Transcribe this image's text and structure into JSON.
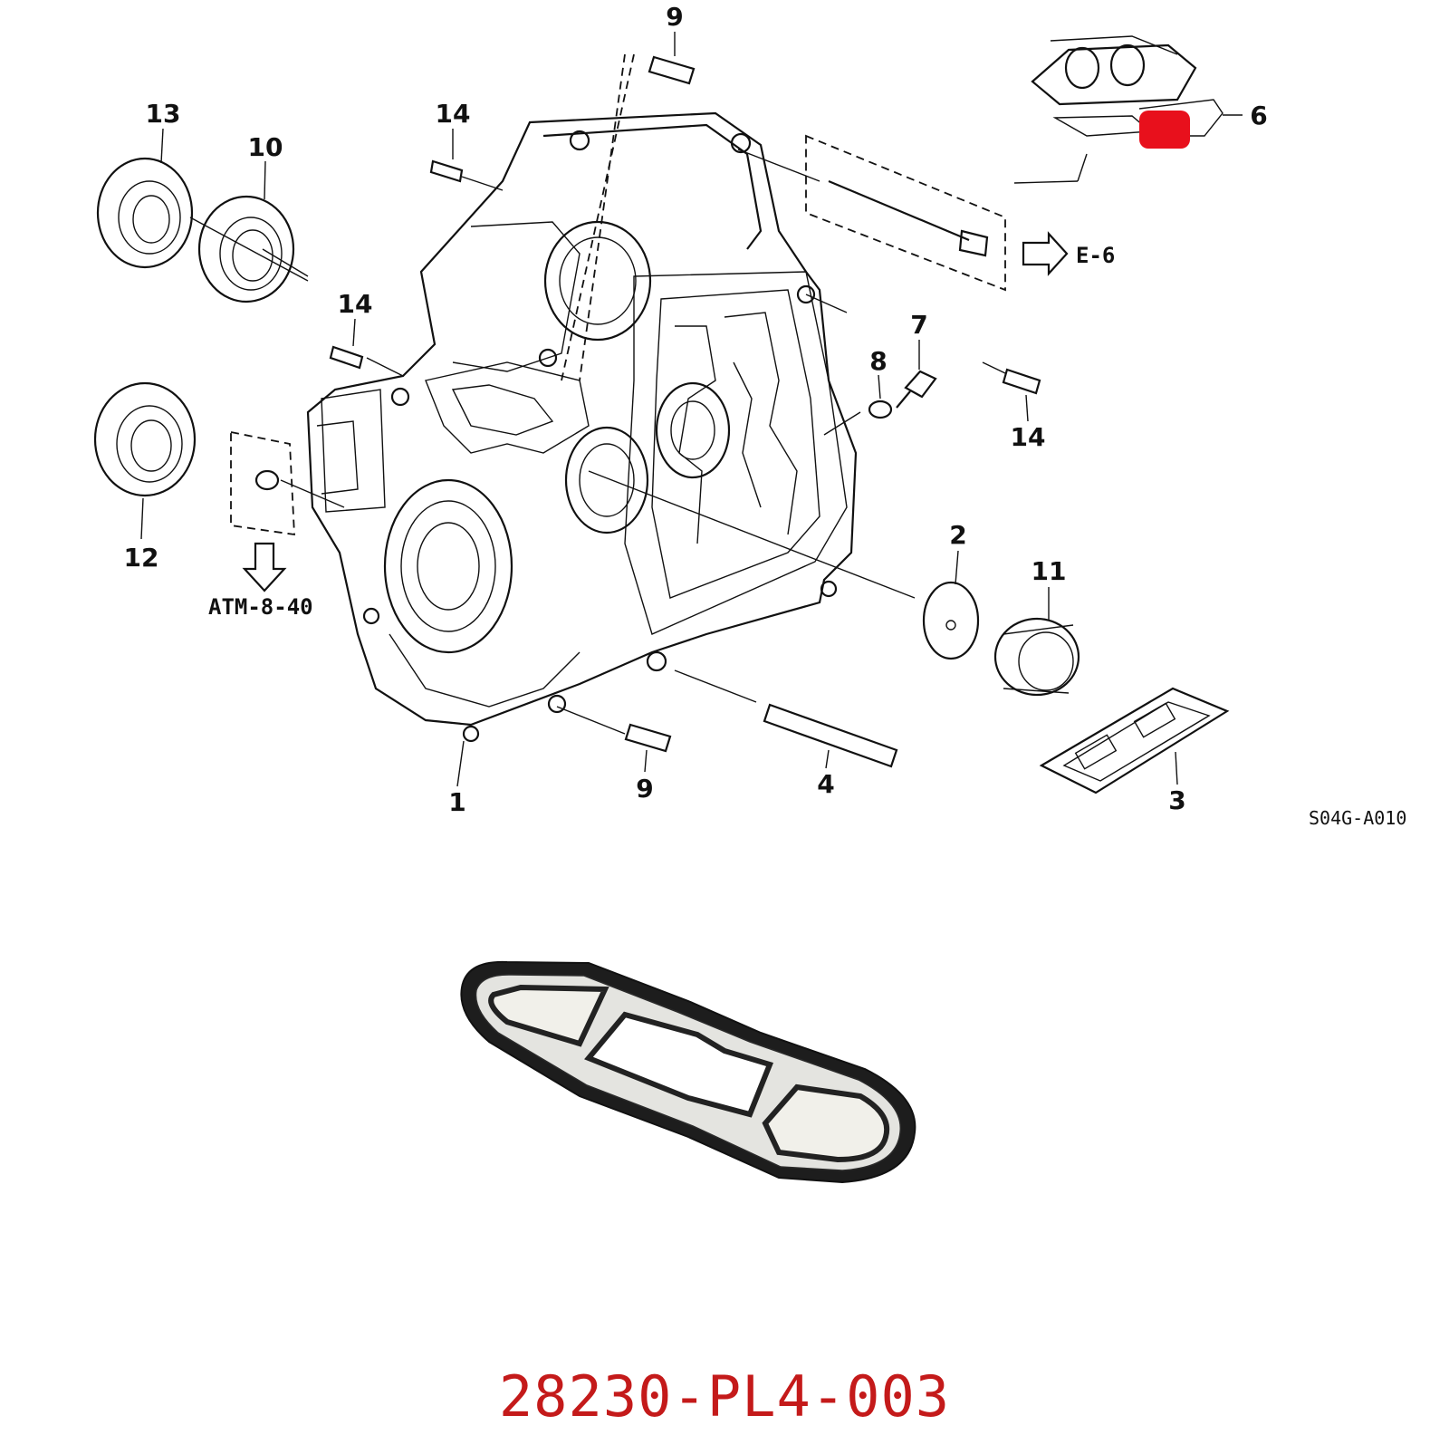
{
  "diagram": {
    "callouts": [
      {
        "id": "c1",
        "label": "1"
      },
      {
        "id": "c2",
        "label": "2"
      },
      {
        "id": "c3",
        "label": "3"
      },
      {
        "id": "c4",
        "label": "4"
      },
      {
        "id": "c6",
        "label": "6"
      },
      {
        "id": "c7",
        "label": "7"
      },
      {
        "id": "c8",
        "label": "8"
      },
      {
        "id": "c9a",
        "label": "9"
      },
      {
        "id": "c9b",
        "label": "9"
      },
      {
        "id": "c10",
        "label": "10"
      },
      {
        "id": "c11",
        "label": "11"
      },
      {
        "id": "c12",
        "label": "12"
      },
      {
        "id": "c13",
        "label": "13"
      },
      {
        "id": "c14a",
        "label": "14"
      },
      {
        "id": "c14b",
        "label": "14"
      },
      {
        "id": "c14c",
        "label": "14"
      }
    ],
    "references": {
      "e6": "E-6",
      "atm": "ATM-8-40"
    },
    "diagram_code": "S04G-A010",
    "highlight_color": "#e8101c"
  },
  "product": {
    "part_number": "28230-PL4-003",
    "part_number_color": "#c41a1a"
  }
}
